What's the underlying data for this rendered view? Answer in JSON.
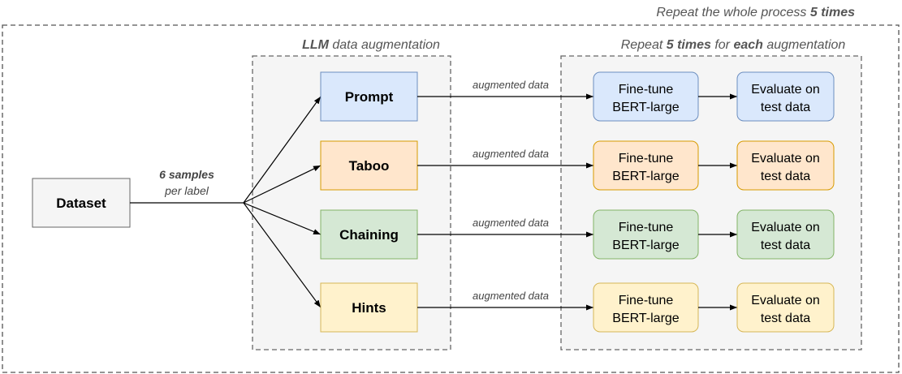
{
  "outer_caption": {
    "prefix": "Repeat the whole process ",
    "emphasis": "5 times"
  },
  "llm_group_caption": {
    "emphasis": "LLM",
    "suffix": " data augmentation"
  },
  "repeat_group_caption": {
    "prefix": "Repeat ",
    "emphasis1": "5 times",
    "middle": " for ",
    "emphasis2": "each",
    "suffix": " augmentation"
  },
  "dataset": {
    "label": "Dataset"
  },
  "dataset_edge_label": {
    "line1": "6 samples",
    "line2": "per label"
  },
  "augmentations": [
    {
      "name": "Prompt",
      "fill": "#dae8fc",
      "stroke": "#6c8ebf",
      "edge_label": "augmented data",
      "finetune": [
        "Fine-tune",
        "BERT-large"
      ],
      "evaluate": [
        "Evaluate on",
        "test data"
      ]
    },
    {
      "name": "Taboo",
      "fill": "#ffe6cc",
      "stroke": "#d79b00",
      "edge_label": "augmented data",
      "finetune": [
        "Fine-tune",
        "BERT-large"
      ],
      "evaluate": [
        "Evaluate on",
        "test data"
      ]
    },
    {
      "name": "Chaining",
      "fill": "#d5e8d4",
      "stroke": "#82b366",
      "edge_label": "augmented data",
      "finetune": [
        "Fine-tune",
        "BERT-large"
      ],
      "evaluate": [
        "Evaluate on",
        "test data"
      ]
    },
    {
      "name": "Hints",
      "fill": "#fff2cc",
      "stroke": "#d6b656",
      "edge_label": "augmented data",
      "finetune": [
        "Fine-tune",
        "BERT-large"
      ],
      "evaluate": [
        "Evaluate on",
        "test data"
      ]
    }
  ],
  "colors": {
    "dataset_fill": "#f5f5f5",
    "dataset_stroke": "#666666",
    "group_fill": "#f5f5f5",
    "group_stroke": "#666666",
    "outer_stroke": "#555555",
    "arrow": "#000000"
  }
}
